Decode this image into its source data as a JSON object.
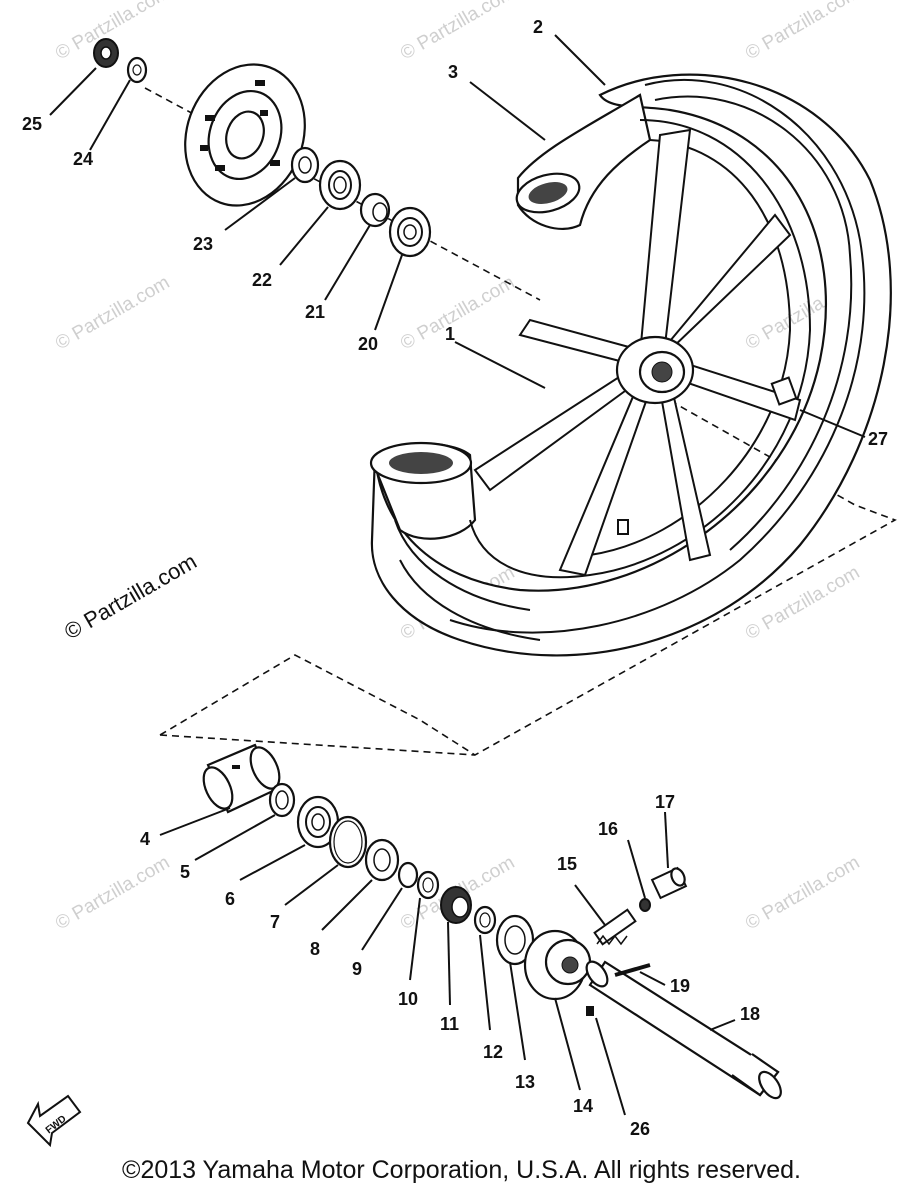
{
  "labels": {
    "l1": "1",
    "l2": "2",
    "l3": "3",
    "l4": "4",
    "l5": "5",
    "l6": "6",
    "l7": "7",
    "l8": "8",
    "l9": "9",
    "l10": "10",
    "l11": "11",
    "l12": "12",
    "l13": "13",
    "l14": "14",
    "l15": "15",
    "l16": "16",
    "l17": "17",
    "l18": "18",
    "l19": "19",
    "l20": "20",
    "l21": "21",
    "l22": "22",
    "l23": "23",
    "l24": "24",
    "l25": "25",
    "l26": "26",
    "l27": "27"
  },
  "watermark": "© Partzilla.com",
  "fwd": "FWD",
  "copyright": "©2013 Yamaha Motor Corporation, U.S.A. All rights reserved."
}
